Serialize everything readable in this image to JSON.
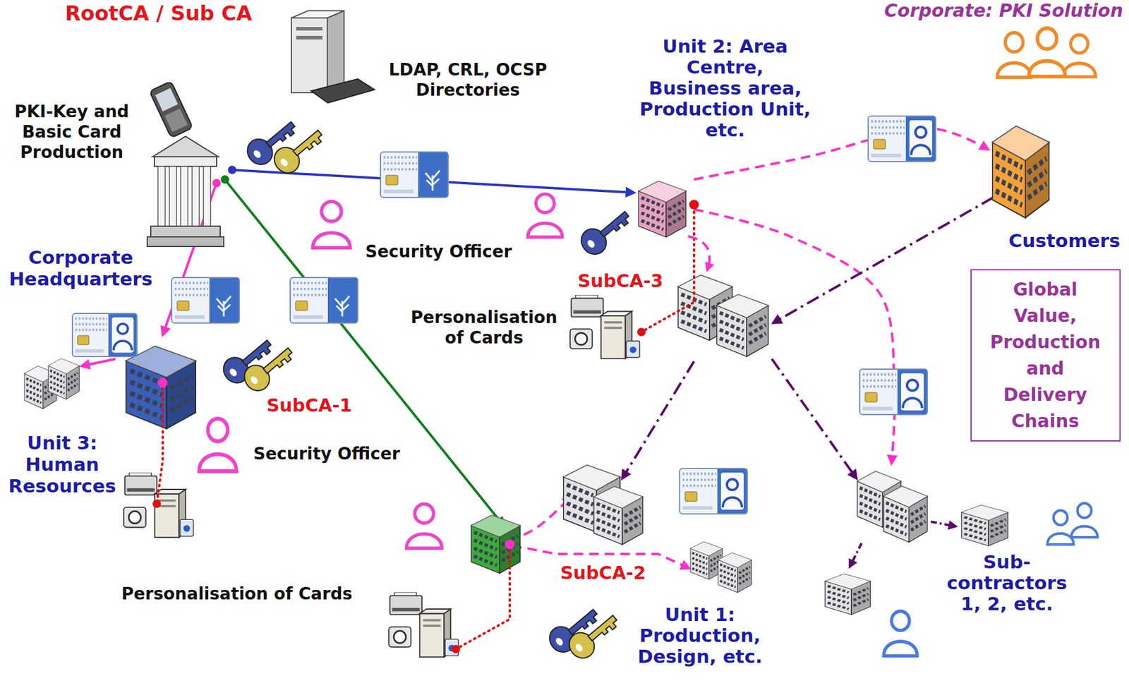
{
  "diagram": {
    "title": "Corporate: PKI Solution",
    "nodes": [
      {
        "text": [
          "RootCA / Sub CA",
          "PKI-Key and Basic Card Production"
        ]
      },
      {
        "text": [
          "Corporate Headquarters"
        ]
      },
      {
        "text": [
          "SubCA-1"
        ],
        "in": 1
      },
      {
        "text": [
          "Unit 3: Human Resources"
        ],
        "in": 1
      },
      {
        "text": [
          "Unit 2: Area Centre, Business area, Production Unit, etc."
        ]
      },
      {
        "text": [
          "SubCA-3"
        ],
        "in": 4
      },
      {
        "text": [
          "SubCA-2"
        ]
      },
      {
        "text": [
          "Unit 1: Production, Design, etc."
        ]
      },
      {
        "text": [
          "Customers"
        ]
      },
      {
        "text": [
          "Sub-contractors 1, 2, etc."
        ]
      },
      {
        "text": [
          "Global Value, Production and Delivery Chains"
        ]
      }
    ],
    "edges": [
      {
        "from": 0,
        "to": 2,
        "arrow": "to"
      },
      {
        "from": 0,
        "to": 5,
        "arrow": "to"
      },
      {
        "from": 0,
        "to": 6,
        "arrow": "to"
      },
      {
        "from": 2,
        "to": 3,
        "arrow": "to"
      },
      {
        "from": 5,
        "to": 8,
        "arrow": "to"
      },
      {
        "from": 5,
        "to": 9,
        "arrow": "to"
      },
      {
        "from": 6,
        "to": 7,
        "arrow": "to"
      },
      {
        "from": 6,
        "to": 7,
        "arrow": "to"
      },
      {
        "from": 8,
        "to": 4,
        "arrow": "to"
      },
      {
        "from": 4,
        "to": 7,
        "arrow": "to"
      },
      {
        "from": 4,
        "to": 9,
        "arrow": "to"
      }
    ],
    "labels": [
      "LDAP, CRL, OCSP Directories",
      "Security Officer",
      "Security Officer",
      "Personalisation of Cards",
      "Personalisation of Cards"
    ]
  }
}
